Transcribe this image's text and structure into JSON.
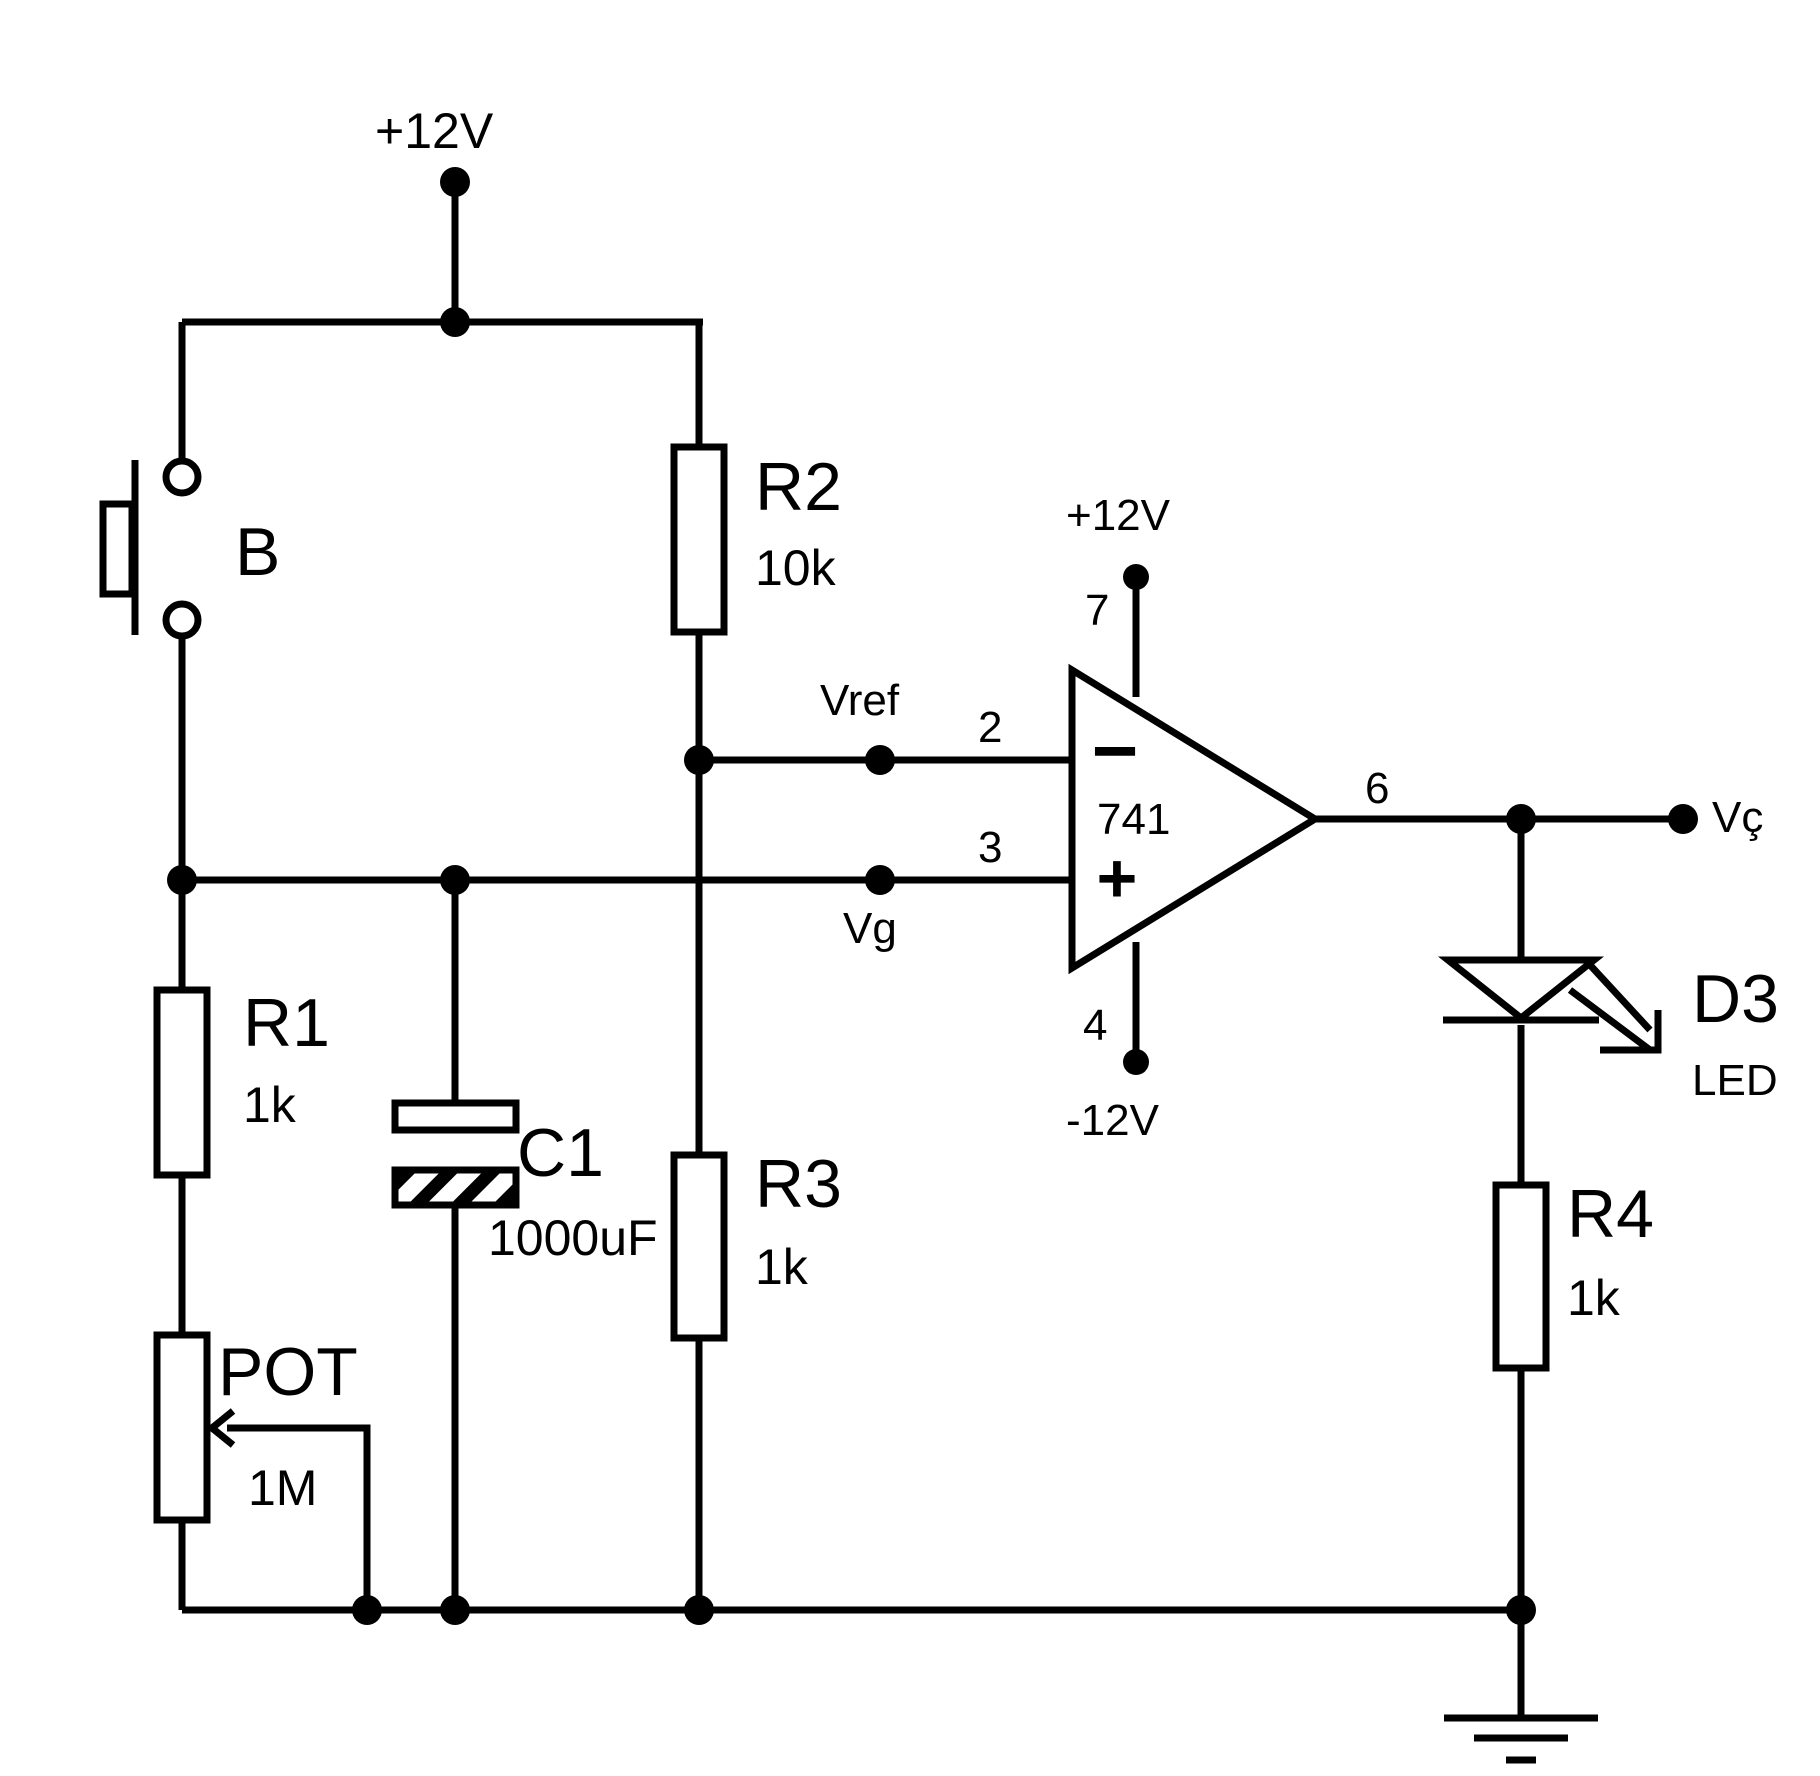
{
  "supply": {
    "top": "+12V",
    "opamp_pos": "+12V",
    "opamp_neg": "-12V"
  },
  "button": {
    "name": "B"
  },
  "r1": {
    "name": "R1",
    "value": "1k"
  },
  "r2": {
    "name": "R2",
    "value": "10k"
  },
  "r3": {
    "name": "R3",
    "value": "1k"
  },
  "r4": {
    "name": "R4",
    "value": "1k"
  },
  "c1": {
    "name": "C1",
    "value": "1000uF"
  },
  "pot": {
    "name": "POT",
    "value": "1M"
  },
  "opamp": {
    "part": "741",
    "pin_inv": "2",
    "pin_noninv": "3",
    "pin_out": "6",
    "pin_vpos": "7",
    "pin_vneg": "4",
    "sign_inv": "−",
    "sign_noninv": "+"
  },
  "nets": {
    "vref": "Vref",
    "vg": "Vg",
    "vout": "Vç"
  },
  "led": {
    "name": "D3",
    "value": "LED"
  }
}
